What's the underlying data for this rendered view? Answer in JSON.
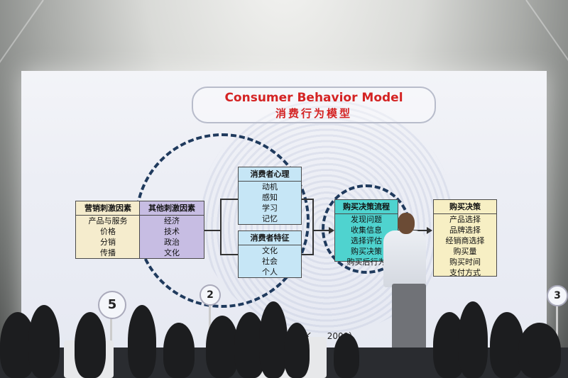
{
  "slide": {
    "title_en": "Consumer Behavior Model",
    "title_zh": "消费行为模型",
    "citation": "K... , 2009）"
  },
  "boxes": {
    "marketing": {
      "header": "营销刺激因素",
      "items": [
        "产品与服务",
        "价格",
        "分销",
        "传播"
      ]
    },
    "other": {
      "header": "其他刺激因素",
      "items": [
        "经济",
        "技术",
        "政治",
        "文化"
      ]
    },
    "psychology": {
      "header": "消费者心理",
      "items": [
        "动机",
        "感知",
        "学习",
        "记忆"
      ]
    },
    "traits": {
      "header": "消费者特征",
      "items": [
        "文化",
        "社会",
        "个人"
      ]
    },
    "process": {
      "header": "购买决策流程",
      "items": [
        "发现问题",
        "收集信息",
        "选择评估",
        "购买决策",
        "购买后行为"
      ]
    },
    "decision": {
      "header": "购买决策",
      "items": [
        "产品选择",
        "品牌选择",
        "经销商选择",
        "购买量",
        "购买时间",
        "支付方式"
      ]
    }
  },
  "table_signs": {
    "left": "5",
    "middle": "2",
    "right": "3"
  },
  "colors": {
    "title_red": "#d42323",
    "circle_navy": "#1f3a5d",
    "process_cyan": "#4fd3cf",
    "other_purple": "#c7bde3",
    "psych_blue": "#c6e6f6"
  }
}
